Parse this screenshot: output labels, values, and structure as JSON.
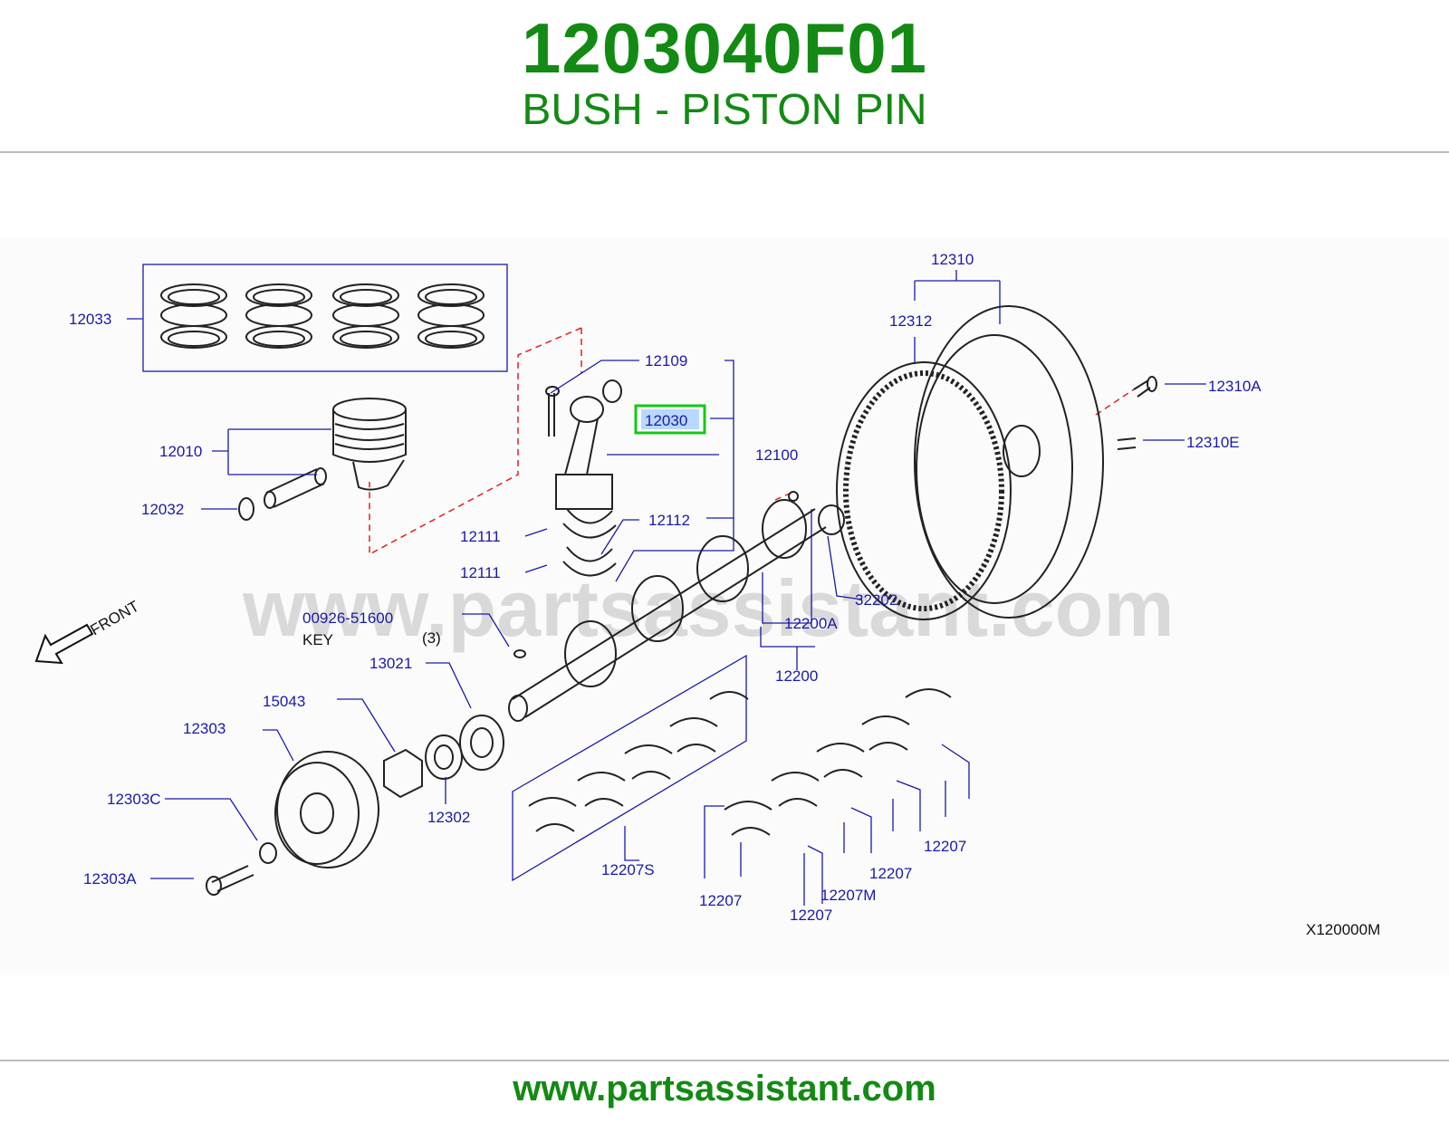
{
  "header": {
    "part_number": "1203040F01",
    "part_name": "BUSH - PISTON PIN"
  },
  "diagram": {
    "watermark": "www.partsassistant.com",
    "reference_code": "X120000M",
    "front_label": "FRONT",
    "highlight_color": "#14c814",
    "callout_color": "#1a1aaa",
    "labels": {
      "ring_set": "12033",
      "piston": "12010",
      "snap_ring": "12032",
      "rod_bolt": "12109",
      "pin_bush": "12030",
      "conrod_assy": "12100",
      "rod_bearing_upper": "12111",
      "rod_bearing_lower": "12111",
      "rod_nut": "12112",
      "key": "00926-51600",
      "key_word": "KEY",
      "key_qty": "(3)",
      "sprocket": "13021",
      "seal_ring": "15043",
      "pulley": "12303",
      "pulley_washer": "12303C",
      "pulley_bolt": "12303A",
      "spacer": "12302",
      "main_bearing_set": "12207S",
      "main_bearing_a": "12207",
      "main_bearing_b": "12207",
      "main_bearing_m": "12207M",
      "main_bearing_c": "12207",
      "main_bearing_d": "12207",
      "crankshaft_assy": "12200",
      "crankshaft": "12200A",
      "pilot_bushing": "32202",
      "flywheel_assy": "12310",
      "ring_gear": "12312",
      "flywheel_bolt": "12310A",
      "dowel_pin": "12310E"
    }
  },
  "footer": {
    "url": "www.partsassistant.com"
  }
}
